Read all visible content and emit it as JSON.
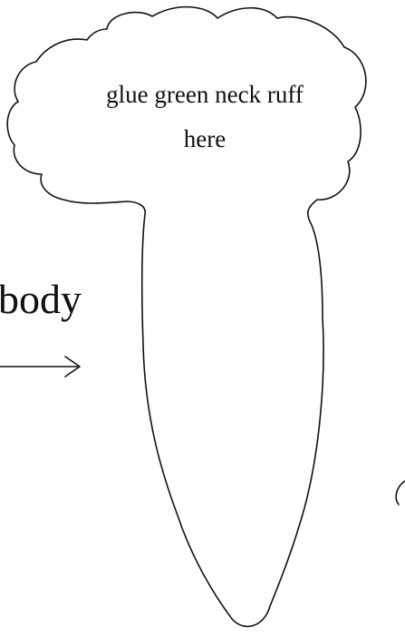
{
  "template": {
    "ruff_instruction_line1": "glue green neck ruff",
    "ruff_instruction_line2": "here",
    "side_label": "body"
  }
}
